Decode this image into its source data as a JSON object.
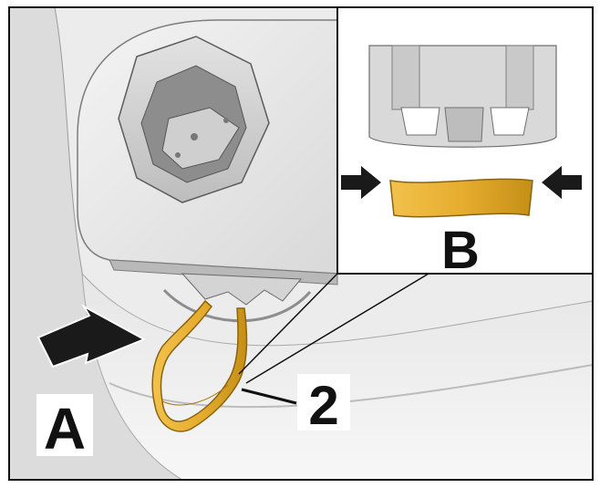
{
  "labels": {
    "a": "A",
    "b": "B",
    "part": "2"
  },
  "colors": {
    "clip": "#e8b33a",
    "clip_shade": "#c08a14",
    "arrow": "#1a1a1a",
    "frame": "#111111"
  },
  "icons": {
    "push_arrow": "arrow-icon",
    "squeeze_arrows": "arrow-icon"
  }
}
